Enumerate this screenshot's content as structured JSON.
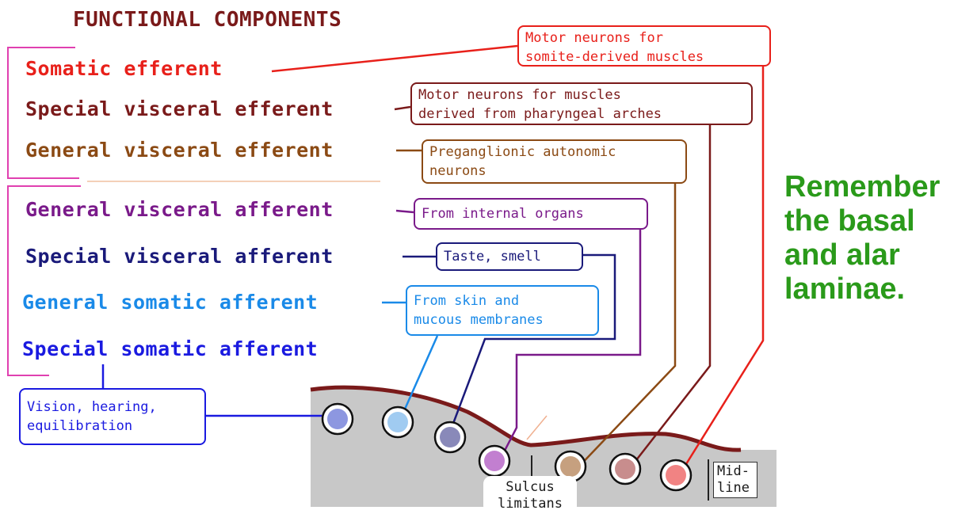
{
  "title": "FUNCTIONAL COMPONENTS",
  "components": [
    {
      "label": "Somatic efferent",
      "color": "#e8201a"
    },
    {
      "label": "Special visceral efferent",
      "color": "#7a1a1a"
    },
    {
      "label": "General visceral efferent",
      "color": "#8b4a14"
    },
    {
      "label": "General visceral afferent",
      "color": "#7a1a8a"
    },
    {
      "label": "Special visceral afferent",
      "color": "#1a1a7a"
    },
    {
      "label": "General somatic afferent",
      "color": "#1a8ae8"
    },
    {
      "label": "Special somatic afferent",
      "color": "#1a1ae0"
    }
  ],
  "boxes": {
    "somite_muscles": {
      "line1": "Motor neurons for",
      "line2": "somite-derived muscles"
    },
    "pharyngeal": {
      "line1": "Motor neurons for muscles",
      "line2": "derived from pharyngeal arches"
    },
    "preganglionic": {
      "line1": "Preganglionic autonomic",
      "line2": "neurons"
    },
    "internal": {
      "line1": "From internal organs"
    },
    "taste": {
      "line1": "Taste, smell"
    },
    "skin": {
      "line1": "From skin and",
      "line2": "mucous membranes"
    },
    "vision": {
      "line1": "Vision, hearing,",
      "line2": "equilibration"
    }
  },
  "sulcus": {
    "line1": "Sulcus",
    "line2": "limitans"
  },
  "midline": {
    "line1": "Mid-",
    "line2": "line"
  },
  "remember": "Remember the basal and alar laminae."
}
